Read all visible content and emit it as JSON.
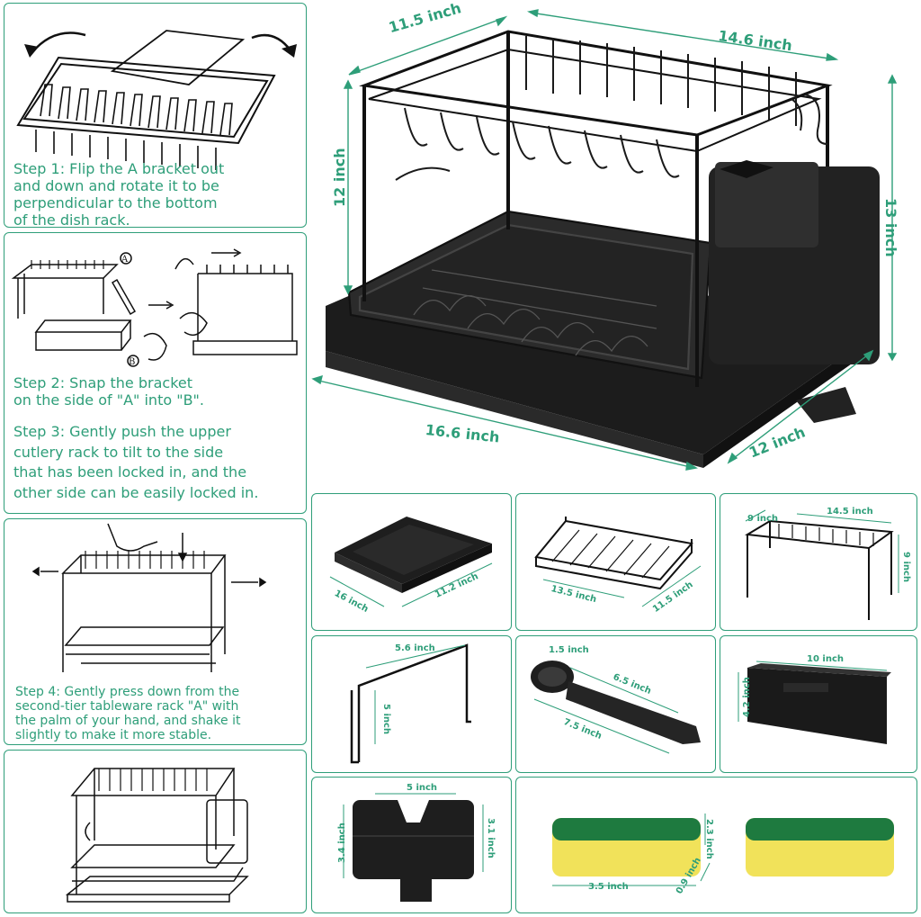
{
  "steps": {
    "step1": "Step 1: Flip the A bracket out\nand down and rotate it to be\nperpendicular to the bottom\nof the dish rack.",
    "step2": "Step 2: Snap the bracket\non the side of \"A\" into \"B\".",
    "step3": "Step 3: Gently push the upper\ncutlery rack to tilt to the side\nthat has been locked in, and the\nother side can be easily locked in.",
    "step4": "Step 4: Gently press down from the\nsecond-tier tableware rack \"A\" with\nthe palm of your hand, and shake it\nslightly to make it more stable.",
    "label_a": "A",
    "label_b": "B"
  },
  "main_dimensions": {
    "top_depth": "11.5 inch",
    "top_width": "14.6 inch",
    "upper_height": "12 inch",
    "total_height": "13 inch",
    "base_width": "16.6 inch",
    "base_depth": "12 inch"
  },
  "parts": {
    "drip_tray": {
      "length": "16 inch",
      "width": "11.2 inch"
    },
    "lower_basket": {
      "length": "13.5 inch",
      "width": "11.5 inch"
    },
    "upper_rack": {
      "depth": "9 inch",
      "width": "14.5 inch",
      "height": "9 inch"
    },
    "hook": {
      "width": "5.6 inch",
      "height": "5 inch"
    },
    "spout": {
      "diameter": "1.5 inch",
      "spout_length": "6.5 inch",
      "total_length": "7.5 inch"
    },
    "cup": {
      "length": "10 inch",
      "height": "4.2 inch"
    },
    "utensil_holder": {
      "width": "5 inch",
      "height_left": "3.4 inch",
      "height_right": "3.1 inch"
    },
    "sponges": {
      "length": "3.5 inch",
      "width": "2.3 inch",
      "thickness": "0.9 inch"
    }
  },
  "colors": {
    "accent": "#2e9e79",
    "product": "#1c1c1c",
    "sponge_green": "#1e7a3f",
    "sponge_yellow": "#f1e25a"
  }
}
